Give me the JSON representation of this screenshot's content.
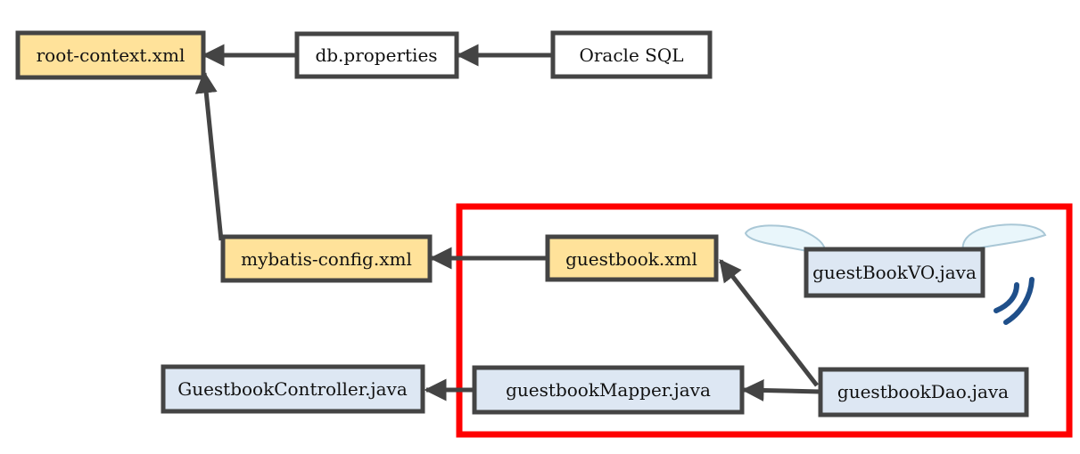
{
  "colors": {
    "config_fill": "#FFE29A",
    "java_fill": "#DDE7F3",
    "plain_fill": "#FFFFFF",
    "border": "#444444",
    "arrow": "#444444",
    "highlight": "#FF0000",
    "wing_fill": "#E9F6FB",
    "wing_stroke": "#A9C7D6",
    "motion_lines": "#1F4F8A"
  },
  "nodes": {
    "root_context": {
      "label": "root-context.xml",
      "kind": "config"
    },
    "db_properties": {
      "label": "db.properties",
      "kind": "plain"
    },
    "oracle_sql": {
      "label": "Oracle SQL",
      "kind": "plain"
    },
    "mybatis_config": {
      "label": "mybatis-config.xml",
      "kind": "config"
    },
    "guestbook_xml": {
      "label": "guestbook.xml",
      "kind": "config"
    },
    "guestbook_vo": {
      "label": "guestBookVO.java",
      "kind": "java"
    },
    "guestbook_controller": {
      "label": "GuestbookController.java",
      "kind": "java"
    },
    "guestbook_mapper": {
      "label": "guestbookMapper.java",
      "kind": "java"
    },
    "guestbook_dao": {
      "label": "guestbookDao.java",
      "kind": "java"
    }
  },
  "edges": [
    {
      "from": "db_properties",
      "to": "root_context"
    },
    {
      "from": "oracle_sql",
      "to": "db_properties"
    },
    {
      "from": "mybatis_config",
      "to": "root_context"
    },
    {
      "from": "guestbook_xml",
      "to": "mybatis_config"
    },
    {
      "from": "guestbook_dao",
      "to": "guestbook_xml"
    },
    {
      "from": "guestbook_dao",
      "to": "guestbook_mapper"
    },
    {
      "from": "guestbook_mapper",
      "to": "guestbook_controller"
    }
  ]
}
